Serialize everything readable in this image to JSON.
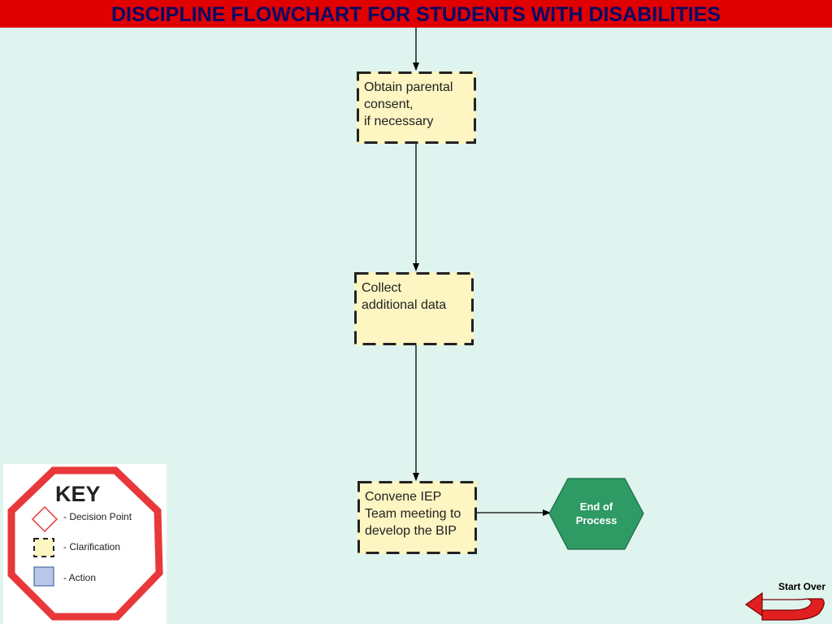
{
  "title": "DISCIPLINE FLOWCHART FOR STUDENTS WITH DISABILITIES",
  "colors": {
    "title_bar": "#e00000",
    "title_text": "#0a0a66",
    "background": "#dff4ee",
    "clarification_fill": "#fdf5c2",
    "end_fill": "#2e9a64",
    "key_octagon": "#e8383a",
    "action_fill": "#b8c8e8"
  },
  "flow": {
    "box1": "Obtain parental\nconsent,\nif necessary",
    "box2": "Collect\nadditional data",
    "box3": "Convene IEP\nTeam meeting to\ndevelop the BIP",
    "end": "End of\nProcess"
  },
  "key": {
    "title": "KEY",
    "decision": "- Decision Point",
    "clarification": "- Clarification",
    "action": "- Action"
  },
  "nav": {
    "start_over": "Start Over",
    "icon": "u-turn-arrow-icon"
  }
}
